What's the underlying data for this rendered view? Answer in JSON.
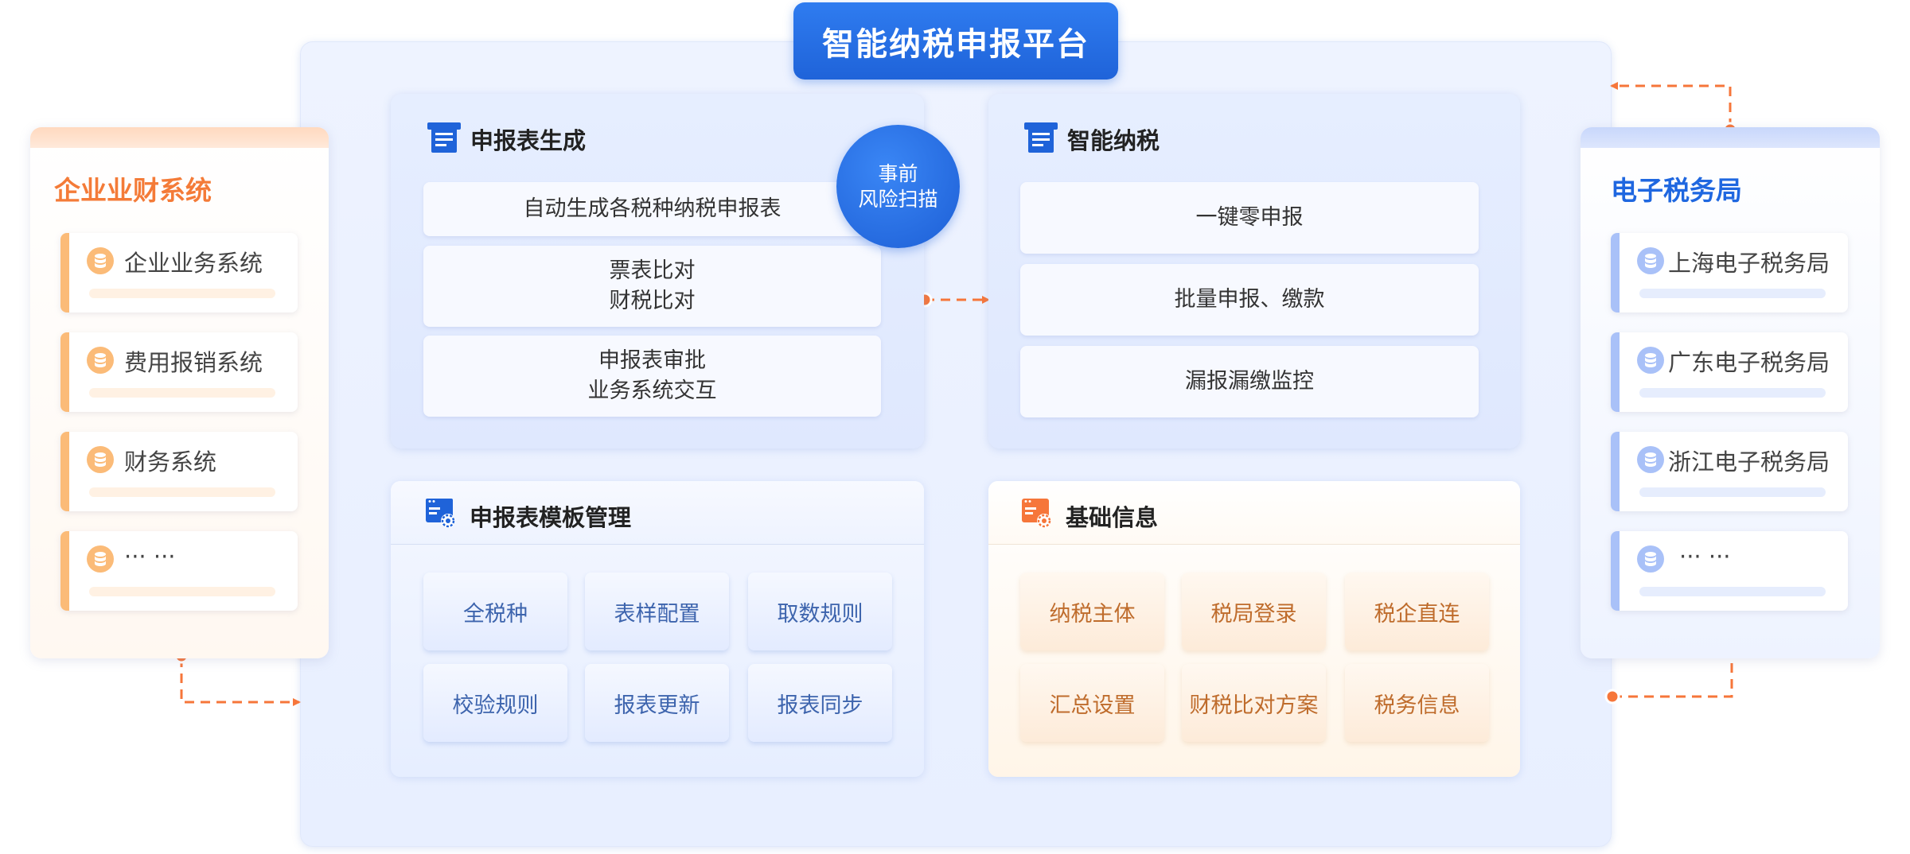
{
  "platform": {
    "title": "智能纳税申报平台"
  },
  "left_panel": {
    "title": "企业业财系统",
    "items": [
      {
        "label": "企业业务系统"
      },
      {
        "label": "费用报销系统"
      },
      {
        "label": "财务系统"
      },
      {
        "label": "··· ···"
      }
    ]
  },
  "right_panel": {
    "title": "电子税务局",
    "items": [
      {
        "label": "上海电子税务局"
      },
      {
        "label": "广东电子税务局"
      },
      {
        "label": "浙江电子税务局"
      },
      {
        "label": "··· ···"
      }
    ]
  },
  "generate": {
    "title": "申报表生成",
    "rows": [
      {
        "line1": "自动生成各税种纳税申报表",
        "line2": ""
      },
      {
        "line1": "票表比对",
        "line2": "财税比对"
      },
      {
        "line1": "申报表审批",
        "line2": "业务系统交互"
      }
    ],
    "risk_badge": {
      "line1": "事前",
      "line2": "风险扫描"
    }
  },
  "smart": {
    "title": "智能纳税",
    "rows": [
      {
        "label": "一键零申报"
      },
      {
        "label": "批量申报、缴款"
      },
      {
        "label": "漏报漏缴监控"
      }
    ]
  },
  "template": {
    "title": "申报表模板管理",
    "tiles": [
      "全税种",
      "表样配置",
      "取数规则",
      "校验规则",
      "报表更新",
      "报表同步"
    ]
  },
  "basic": {
    "title": "基础信息",
    "tiles": [
      "纳税主体",
      "税局登录",
      "税企直连",
      "汇总设置",
      "财税比对方案",
      "税务信息"
    ]
  },
  "colors": {
    "primary_blue": "#1f63d9",
    "accent_orange": "#f6763a",
    "left_title": "#f47b38",
    "right_title": "#1f67e0"
  }
}
